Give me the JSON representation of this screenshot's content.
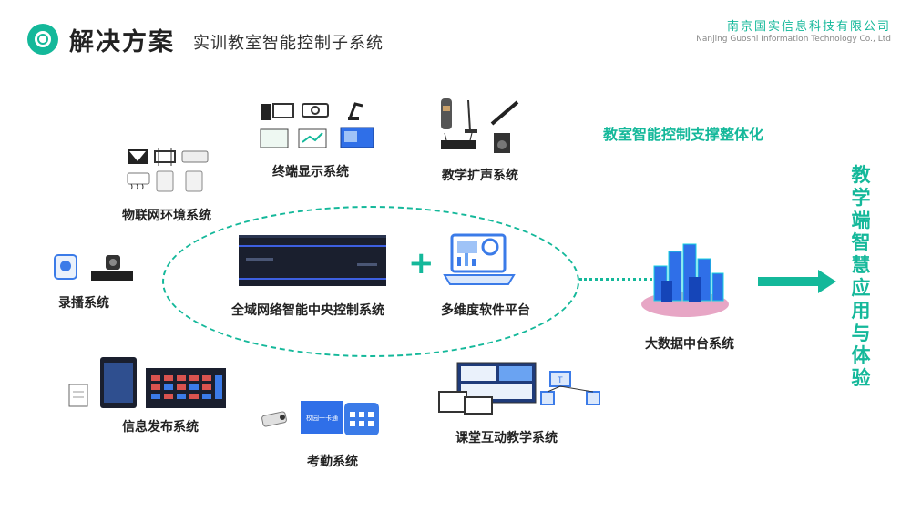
{
  "header": {
    "title": "解决方案",
    "subtitle": "实训教室智能控制子系统",
    "company_cn": "南京国实信息科技有限公司",
    "company_en": "Nanjing Guoshi Information Technology Co., Ltd"
  },
  "core": {
    "control_system": "全域网络智能中央控制系统",
    "software_platform": "多维度软件平台",
    "plus_sign": "+"
  },
  "tagline": "教室智能控制支撑整体化",
  "big_data": "大数据中台系统",
  "outcome": [
    "教",
    "学",
    "端",
    "智",
    "慧",
    "应",
    "用",
    "与",
    "体",
    "验"
  ],
  "subsystems": {
    "iot": "物联网环境系统",
    "display": "终端显示系统",
    "audio": "教学扩声系统",
    "recording": "录播系统",
    "info": "信息发布系统",
    "attendance": "考勤系统",
    "interactive": "课堂互动教学系统"
  },
  "attendance_screen_text": "校园一卡通",
  "colors": {
    "accent": "#14b89a",
    "blue": "#2f6fe8",
    "dark": "#1a1f2e"
  }
}
